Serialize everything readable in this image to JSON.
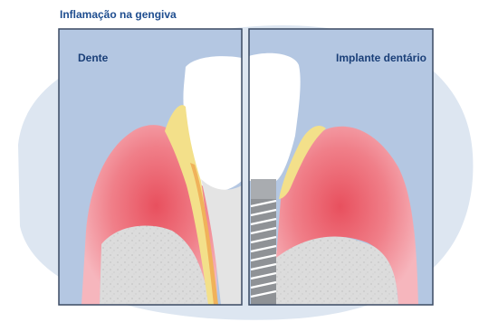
{
  "title": "Inflamação na gengiva",
  "panels": {
    "left": {
      "label": "Dente"
    },
    "right": {
      "label": "Implante dentário"
    }
  },
  "colors": {
    "background_blob": "#dde6f1",
    "panel_bg": "#b4c7e2",
    "panel_border": "#3b4a63",
    "gum_outer": "#f2a9b1",
    "gum_inner": "#e8505e",
    "bone": "#dcdcdc",
    "tooth": "#ffffff",
    "plaque": "#f3e08a",
    "root_canal": "#f0b25a",
    "implant": "#8f9296",
    "title_color": "#1e4d8f"
  }
}
